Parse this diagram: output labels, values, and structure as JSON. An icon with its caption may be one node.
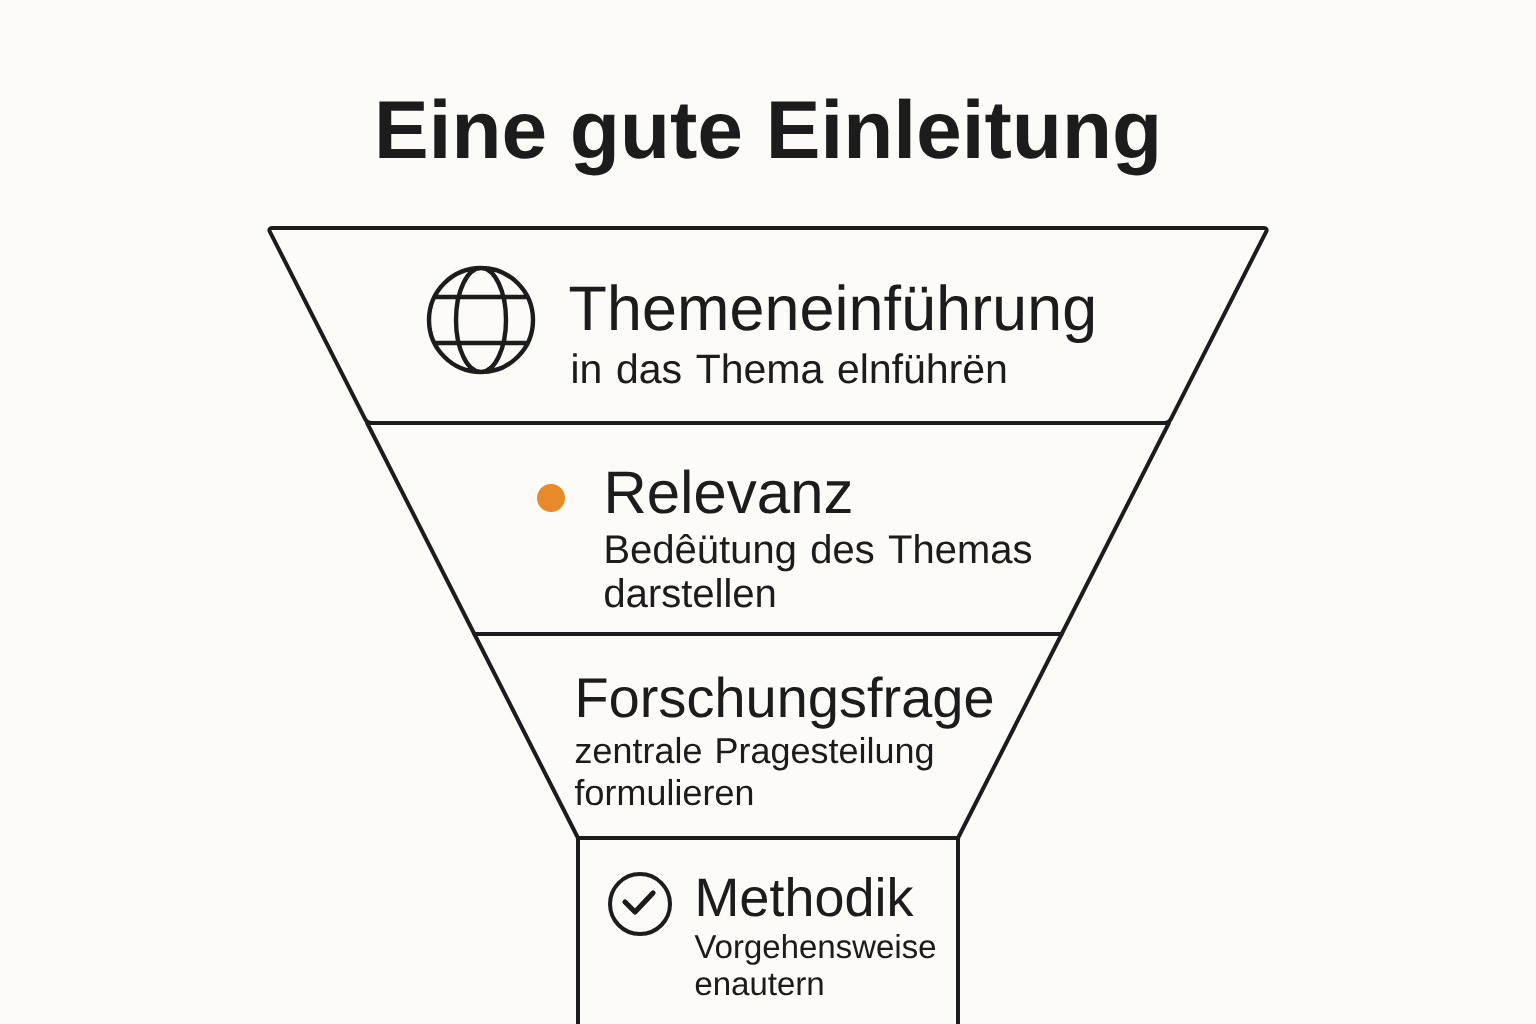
{
  "diagram": {
    "title": "Eine gute Einleitung",
    "nodes": [
      {
        "text": [
          "Themeneinführung",
          "in das Thema elnführën"
        ]
      },
      {
        "text": [
          "Relevanz",
          "Bedêütung des Themas darstellen"
        ]
      },
      {
        "text": [
          "Forschungsfrage",
          "zentrale Pragesteilung formulieren"
        ]
      },
      {
        "text": [
          "Methodik",
          "Vorgehensweise enautern"
        ]
      }
    ]
  }
}
